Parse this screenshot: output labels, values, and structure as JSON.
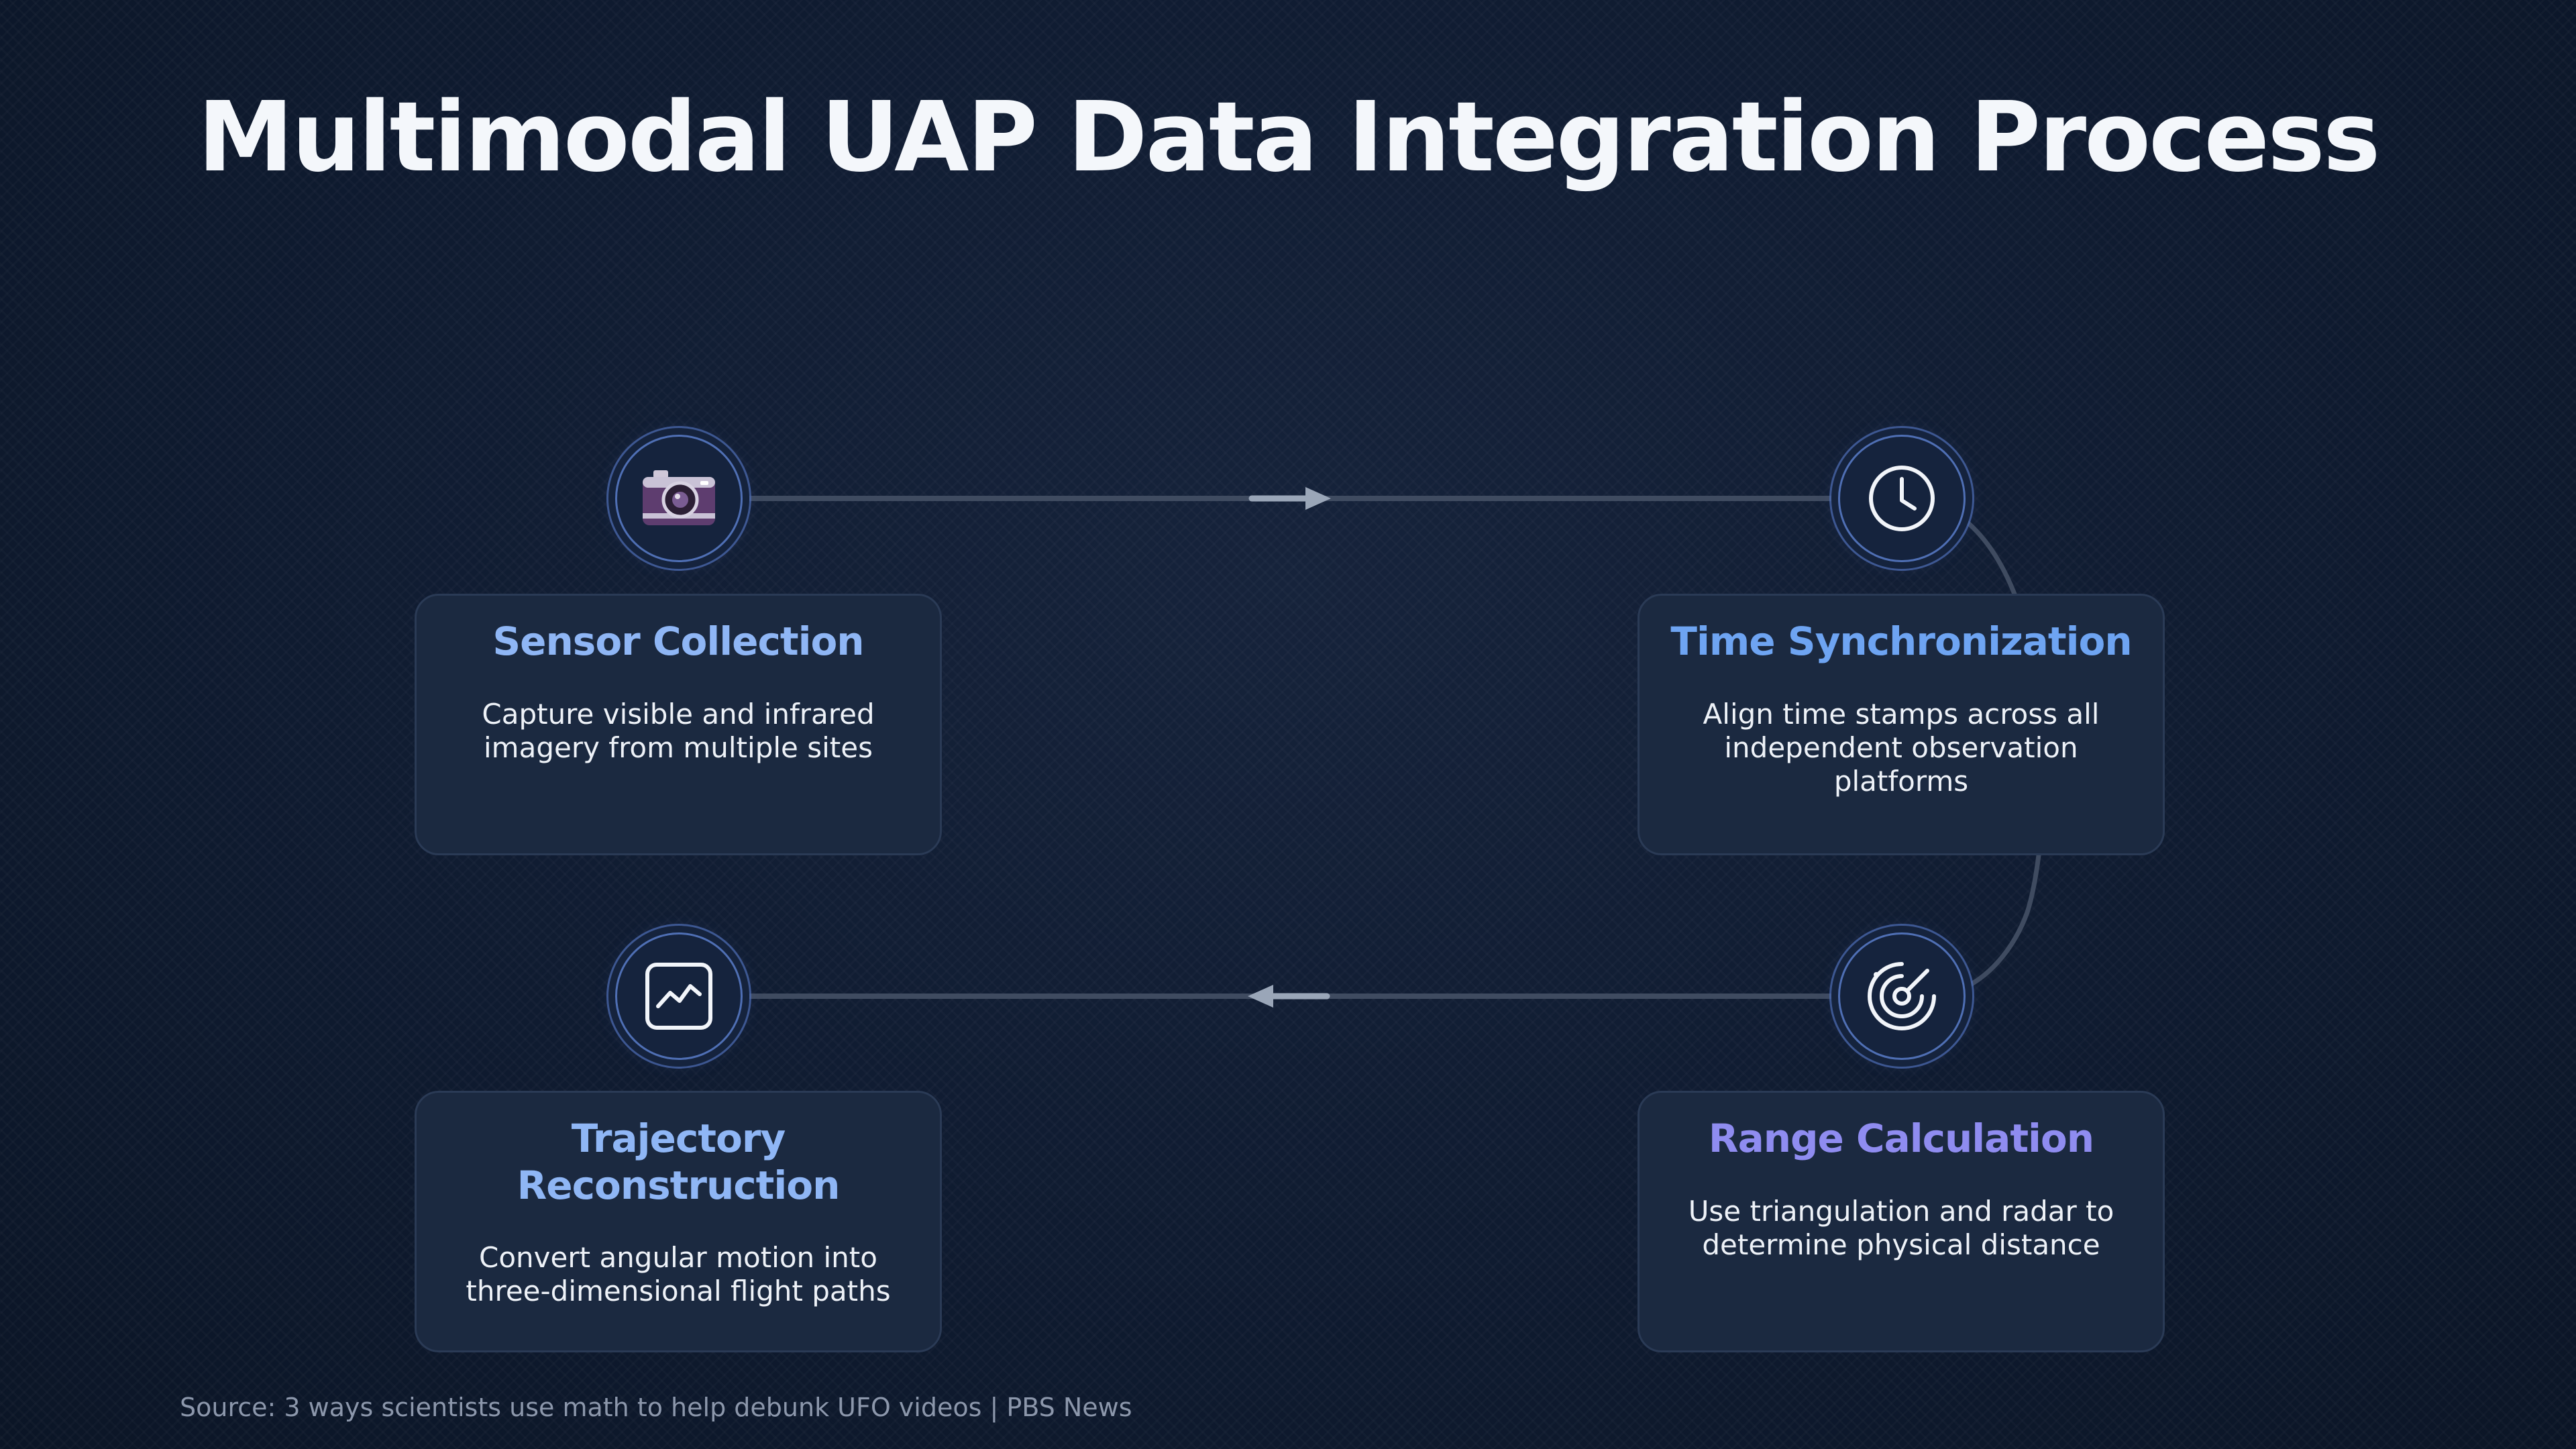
{
  "title": "Multimodal UAP Data Integration Process",
  "steps": [
    {
      "title": "Sensor Collection",
      "description": "Capture visible and infrared imagery from multiple sites",
      "icon": "camera-icon",
      "accent": "#8fb6f5"
    },
    {
      "title": "Time Synchronization",
      "description": "Align time stamps across all independent observation platforms",
      "icon": "clock-icon",
      "accent": "#6ea4f2"
    },
    {
      "title": "Range Calculation",
      "description": "Use triangulation and radar to determine physical distance",
      "icon": "radar-icon",
      "accent": "#8f8cf0"
    },
    {
      "title": "Trajectory Reconstruction",
      "description": "Convert angular motion into three-dimensional flight paths",
      "icon": "trajectory-chart-icon",
      "accent": "#8fb6f5"
    }
  ],
  "source": "Source: 3 ways scientists use math to help debunk UFO videos | PBS News",
  "colors": {
    "background": "#0e1a2f",
    "card": "#1b2940",
    "connector": "#3f4b60",
    "arrow": "#9aa6b8"
  }
}
